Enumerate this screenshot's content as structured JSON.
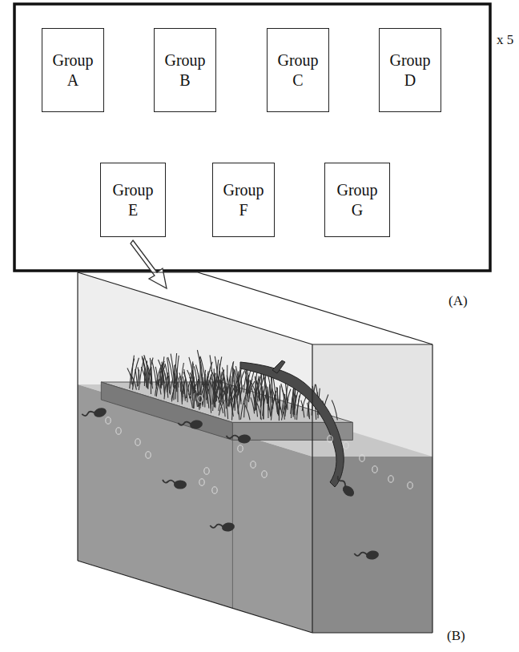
{
  "diagram": {
    "nodes": [
      {
        "text": [
          "Group A"
        ]
      },
      {
        "text": [
          "Group B"
        ]
      },
      {
        "text": [
          "Group C"
        ]
      },
      {
        "text": [
          "Group D"
        ]
      },
      {
        "text": [
          "Group E"
        ]
      },
      {
        "text": [
          "Group F"
        ]
      },
      {
        "text": [
          "Group G"
        ]
      }
    ],
    "labels": [
      "x 5",
      "(A)",
      "(B)"
    ]
  }
}
